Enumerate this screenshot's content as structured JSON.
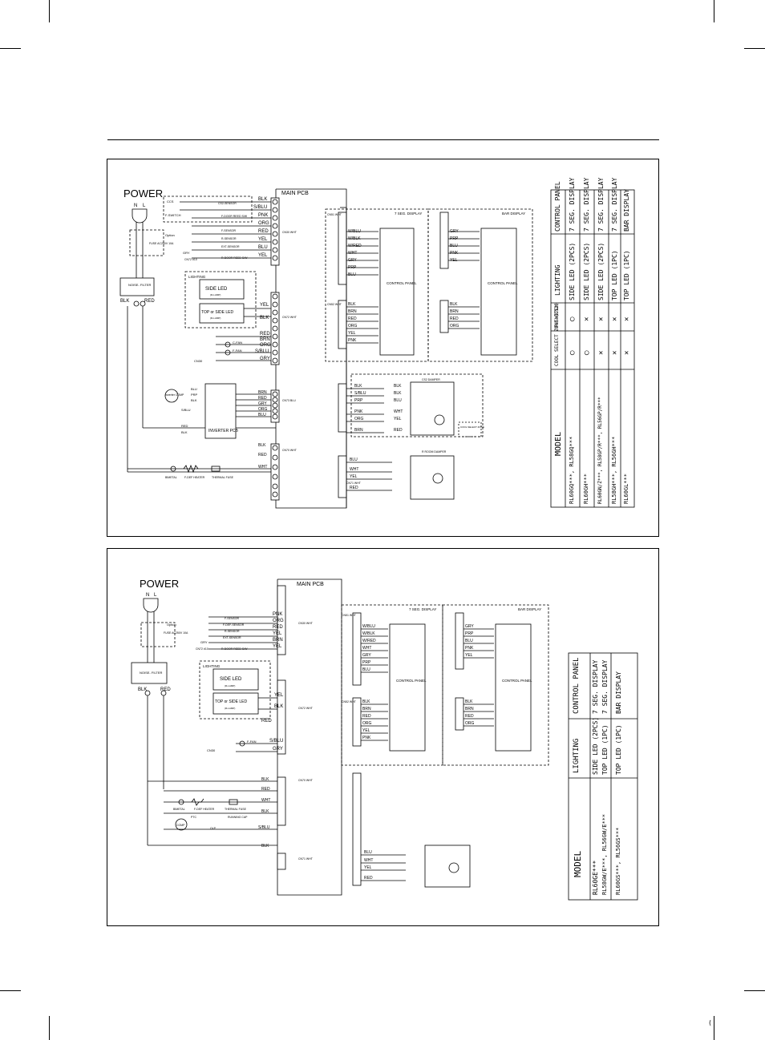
{
  "page": {
    "corner_mark": "("
  },
  "diagram1": {
    "power_label": "POWER",
    "power_n": "N",
    "power_l": "L",
    "option_label": "Option",
    "fuse_label": "FUSE AC250V 10A",
    "noise_filter": "NOISE- FILTER",
    "blk": "BLK",
    "red": "RED",
    "main_pcb": "MAIN PCB",
    "cn30": "CN30 WHT",
    "cn72": "CN72 WHT",
    "cn73": "CN73 BLU",
    "cn70": "CN70 WHT",
    "cn71": "CN71 WHT",
    "cn30_bottom": "CN30",
    "cn72_left": "CN72 #10",
    "sensor_labels": [
      "CS2-SENSOR",
      "F-DOOR REED S/W",
      "F-SENSOR",
      "R-SENSOR",
      "EXT-SENSOR",
      "R-DOOR REED S/W"
    ],
    "ccs_label": "CCS",
    "f_switch_label": "F-SWITCH",
    "cn30_wires": [
      "BLK",
      "S/BLU",
      "PNK",
      "ORG",
      "RED",
      "YEL",
      "BLU",
      "YEL"
    ],
    "gry_label": "GRY",
    "lighting_label": "LIGHTING",
    "side_led": "SIDE LED",
    "side_led_sub": "(R-LAMP)",
    "top_led": "TOP or SIDE LED",
    "top_led_sub": "(R-LAMP)",
    "cn72_wires": [
      "YEL",
      "BLK",
      "RED",
      "BRN",
      "ORG",
      "S/BLU",
      "GRY"
    ],
    "fan_labels": [
      "C-FAN",
      "F-FAN"
    ],
    "inverter_comp": "Inverter COMP",
    "inverter_pcb": "INVERTER PCB",
    "comp_wires": [
      "BLU",
      "PRP",
      "BLK"
    ],
    "cn73_wires": [
      "BRN",
      "RED",
      "GRY",
      "ORG",
      "BLU"
    ],
    "sblu": "S/BLU",
    "cn70_wires": [
      "BLK",
      "RED",
      "WHT"
    ],
    "bimetal": "BIMETAL",
    "f_def_heater": "F-DEF HEATER",
    "thermal_fuse": "THERMAL FUSE",
    "seg_display_title": "7 SEG. DISPLAY",
    "bar_display_title": "BAR DISPLAY",
    "cn51": "CN51 WHT",
    "cn52": "CN52 WHT",
    "seg_wires_top": [
      "W/BLU",
      "W/BLK",
      "W/RED",
      "WHT",
      "GRY",
      "PRP",
      "BLU"
    ],
    "seg_wires_bottom": [
      "BLK",
      "BRN",
      "RED",
      "ORG",
      "YEL",
      "PNK"
    ],
    "bar_wires_top": [
      "GRY",
      "PRP",
      "BLU",
      "PNK",
      "YEL"
    ],
    "bar_wires_bottom": [
      "BLK",
      "BRN",
      "RED",
      "ORG"
    ],
    "control_panel": "CONTROL PANEL",
    "cs2_damper": "CS2 DAMPER",
    "cs2_wires": [
      "BLK",
      "S/BLU",
      "PRP",
      "PNK",
      "ORG",
      "BRN"
    ],
    "cs2_right_wires": [
      "BLK",
      "BLK",
      "BLU",
      "WHT",
      "YEL",
      "RED"
    ],
    "cool_select": "COOL SELECT ZONE",
    "r_room_damper": "R ROOM DAMPER",
    "damper_wires": [
      "BLU",
      "WHT",
      "YEL",
      "RED"
    ]
  },
  "diagram2": {
    "power_label": "POWER",
    "main_pcb": "MAIN PCB",
    "sensor_labels": [
      "F-SENSOR",
      "F-DEF-SENSOR",
      "R-SENSOR",
      "EXT-SENSOR",
      "R-DOOR REED S/W"
    ],
    "cn30_wires": [
      "PNK",
      "ORG",
      "RED",
      "YEL",
      "BRN",
      "YEL"
    ],
    "cn72_wires": [
      "YEL",
      "BLK",
      "RED",
      "S/BLU",
      "GRY"
    ],
    "f_fan": "F-FAN",
    "cn70_wires": [
      "BLK",
      "RED",
      "WHT",
      "BLK",
      "S/BLU",
      "BLK"
    ],
    "heater_labels": [
      "BIMETAL",
      "F-DEF HEATER",
      "THERMAL FUSE"
    ],
    "comp_labels": [
      "COMP",
      "PTC",
      "OLP",
      "RUNNING CAP"
    ]
  },
  "table1": {
    "headers": [
      "MODEL",
      "COOL SELECT ZONE (CS2)",
      "F-SWITCH",
      "LIGHTING",
      "CONTROL PANEL"
    ],
    "rows": [
      [
        "RL60GQ***, RL58GQ***",
        "◯",
        "◯",
        "SIDE LED (2PCS)",
        "7 SEG. DISPLAY"
      ],
      [
        "RL60GH***",
        "◯",
        "✕",
        "SIDE LED (2PCS)",
        "7 SEG. DISPLAY"
      ],
      [
        "RL60GN/Z***, RL58GP/R***, RL56GP/R***",
        "✕",
        "✕",
        "SIDE LED (2PCS)",
        "7 SEG. DISPLAY"
      ],
      [
        "RL58GH***, RL56GH***",
        "✕",
        "✕",
        "TOP LED (1PC)",
        "7 SEG. DISPLAY"
      ],
      [
        "RL60GL***",
        "✕",
        "✕",
        "TOP LED (1PC)",
        "BAR DISPLAY"
      ]
    ]
  },
  "table2": {
    "headers": [
      "MODEL",
      "LIGHTING",
      "CONTROL PANEL"
    ],
    "rows": [
      [
        "RL60GE***",
        "SIDE LED (2PCS)",
        "7 SEG. DISPLAY"
      ],
      [
        "RL58GW/E***, RL56GW/E***",
        "TOP LED (1PC)",
        "7 SEG. DISPLAY"
      ],
      [
        "RL60GS***, RL56GS***",
        "TOP LED (1PC)",
        "BAR DISPLAY"
      ]
    ]
  }
}
